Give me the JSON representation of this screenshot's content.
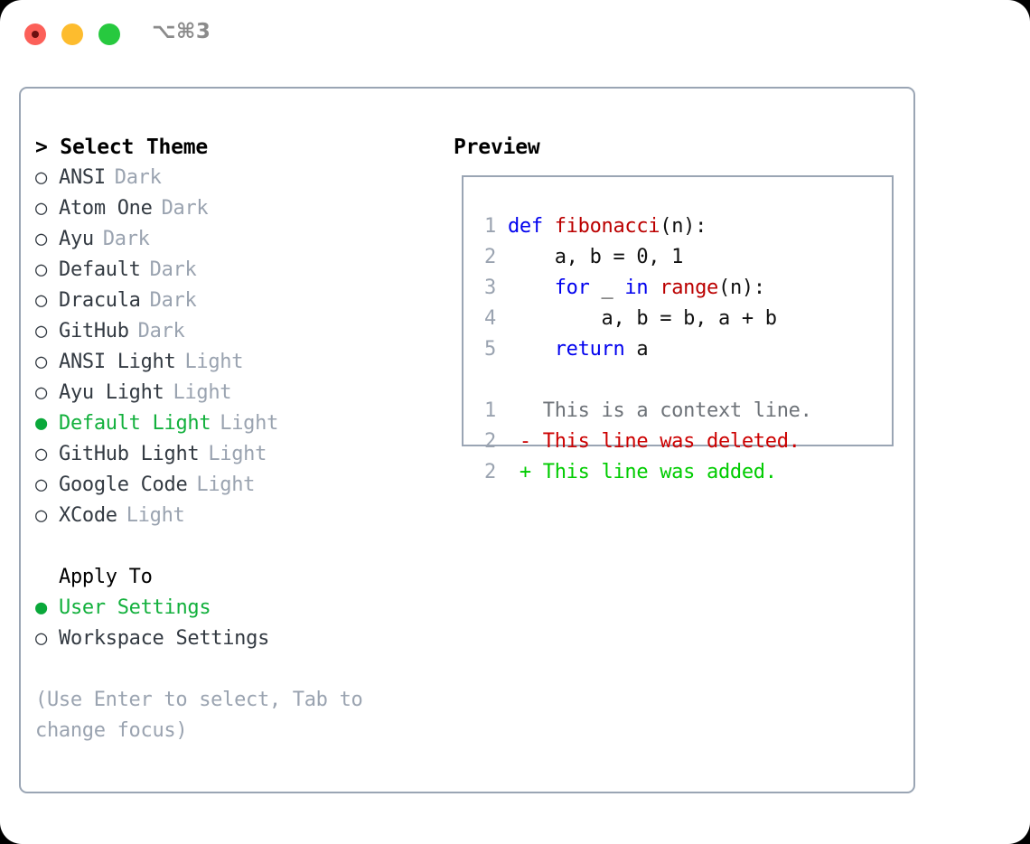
{
  "titlebar": {
    "shortcut": "⌥⌘3",
    "lights": [
      "close-light",
      "minimize-light",
      "zoom-light"
    ]
  },
  "theme_panel": {
    "heading": "> Select Theme",
    "marker_unselected": "○",
    "marker_selected": "●",
    "themes": [
      {
        "name": "ANSI",
        "kind": "Dark",
        "selected": false
      },
      {
        "name": "Atom One",
        "kind": "Dark",
        "selected": false
      },
      {
        "name": "Ayu",
        "kind": "Dark",
        "selected": false
      },
      {
        "name": "Default",
        "kind": "Dark",
        "selected": false
      },
      {
        "name": "Dracula",
        "kind": "Dark",
        "selected": false
      },
      {
        "name": "GitHub",
        "kind": "Dark",
        "selected": false
      },
      {
        "name": "ANSI Light",
        "kind": "Light",
        "selected": false
      },
      {
        "name": "Ayu Light",
        "kind": "Light",
        "selected": false
      },
      {
        "name": "Default Light",
        "kind": "Light",
        "selected": true
      },
      {
        "name": "GitHub Light",
        "kind": "Light",
        "selected": false
      },
      {
        "name": "Google Code",
        "kind": "Light",
        "selected": false
      },
      {
        "name": "XCode",
        "kind": "Light",
        "selected": false
      }
    ],
    "apply_to": {
      "heading": "Apply To",
      "options": [
        {
          "name": "User Settings",
          "selected": true
        },
        {
          "name": "Workspace Settings",
          "selected": false
        }
      ]
    },
    "hint": "(Use Enter to select, Tab to change focus)"
  },
  "preview": {
    "heading": "Preview",
    "code_lines": [
      {
        "num": "1",
        "tokens": [
          {
            "t": "def ",
            "c": "kw"
          },
          {
            "t": "fibonacci",
            "c": "fn"
          },
          {
            "t": "(n):",
            "c": "txt"
          }
        ]
      },
      {
        "num": "2",
        "tokens": [
          {
            "t": "    a, b = 0, 1",
            "c": "txt"
          }
        ]
      },
      {
        "num": "3",
        "tokens": [
          {
            "t": "    ",
            "c": "txt"
          },
          {
            "t": "for",
            "c": "kw"
          },
          {
            "t": " _ ",
            "c": "txt"
          },
          {
            "t": "in",
            "c": "kw"
          },
          {
            "t": " ",
            "c": "txt"
          },
          {
            "t": "range",
            "c": "fn"
          },
          {
            "t": "(n):",
            "c": "txt"
          }
        ]
      },
      {
        "num": "4",
        "tokens": [
          {
            "t": "        a, b = b, a + b",
            "c": "txt"
          }
        ]
      },
      {
        "num": "5",
        "tokens": [
          {
            "t": "    ",
            "c": "txt"
          },
          {
            "t": "return",
            "c": "kw"
          },
          {
            "t": " a",
            "c": "txt"
          }
        ]
      }
    ],
    "diff_lines": [
      {
        "num": "1",
        "marker": " ",
        "text": " This is a context line.",
        "c": "ctx"
      },
      {
        "num": "2",
        "marker": "-",
        "text": " This line was deleted.",
        "c": "del"
      },
      {
        "num": "2",
        "marker": "+",
        "text": " This line was added.",
        "c": "add"
      }
    ]
  },
  "colors": {
    "accent_green": "#12b03c",
    "muted": "#9aa3b0",
    "border": "#9aa5b4",
    "keyword_blue": "#0000ee",
    "function_red": "#bb0000",
    "diff_delete": "#cc0000",
    "diff_add": "#00cc00"
  }
}
